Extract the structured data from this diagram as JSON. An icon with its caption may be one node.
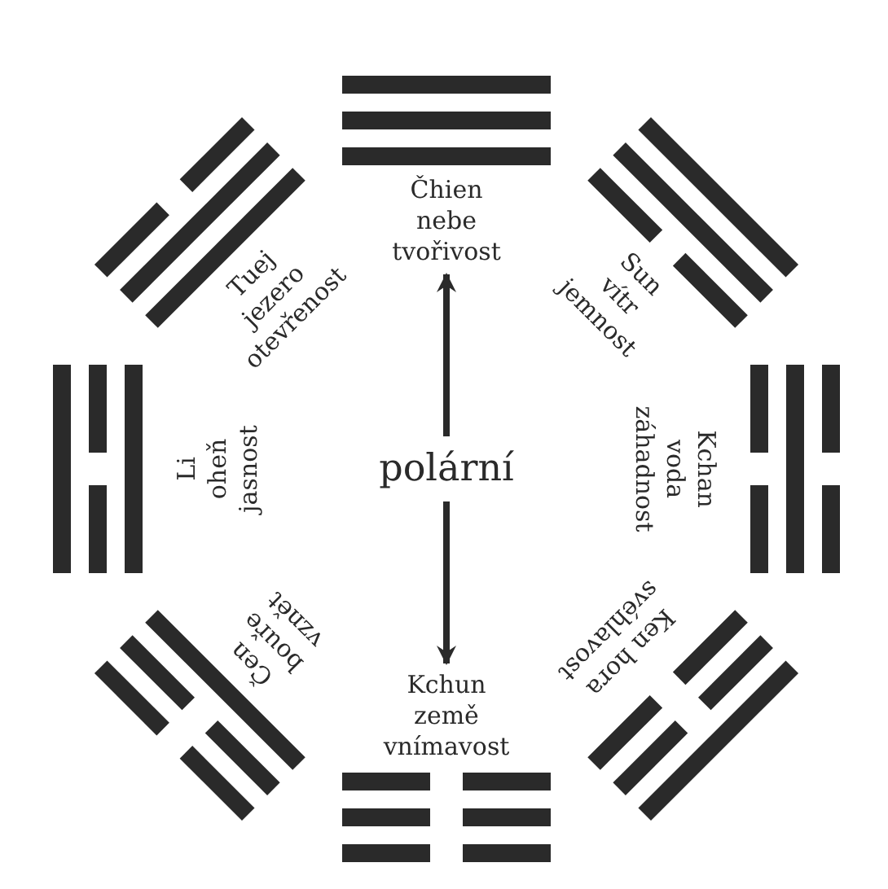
{
  "diagram": {
    "nodes": [
      {
        "text": [
          "Čhien nebe tvořivost"
        ]
      },
      {
        "text": [
          "Tuej jezero otevřenost"
        ]
      },
      {
        "text": [
          "Sun vítr jemnost"
        ]
      },
      {
        "text": [
          "Li oheň jasnost"
        ]
      },
      {
        "text": [
          "polární"
        ]
      },
      {
        "text": [
          "Kchan voda záhadnost"
        ]
      },
      {
        "text": [
          "Čen bouře vznět"
        ]
      },
      {
        "text": [
          "Ken hora svéhlavost"
        ]
      },
      {
        "text": [
          "Kchun země vnímavost"
        ]
      }
    ],
    "edges": [
      {
        "from": 4,
        "to": 0,
        "arrow": "to"
      },
      {
        "from": 4,
        "to": 8,
        "arrow": "to"
      }
    ]
  }
}
